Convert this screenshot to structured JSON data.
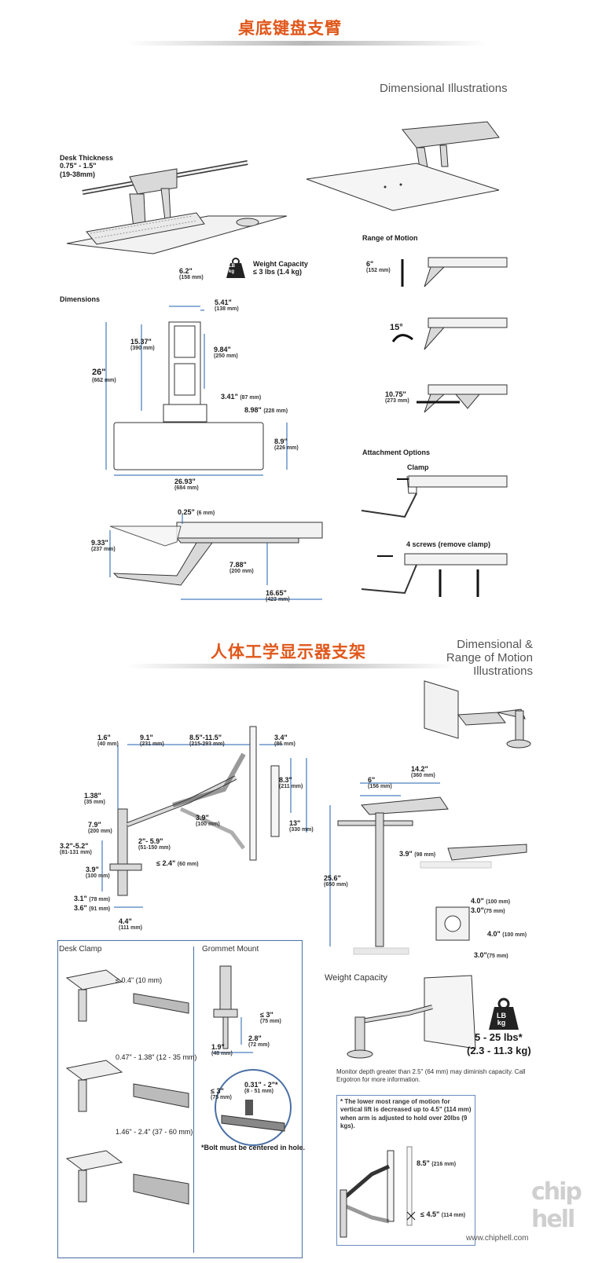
{
  "sections": {
    "keyboard": {
      "title": "桌底键盘支臂",
      "dimensional_illustrations": "Dimensional Illustrations",
      "desk_thickness": {
        "label": "Desk Thickness",
        "value": "0.75\" - 1.5\"",
        "mm": "(19-38mm)"
      },
      "weight": {
        "label": "Weight Capacity",
        "value": "≤ 3 lbs (1.4 kg)"
      },
      "dimensions_label": "Dimensions",
      "dims": [
        {
          "v": "6.2\"",
          "mm": "(158 mm)"
        },
        {
          "v": "5.41\"",
          "mm": "(138 mm)"
        },
        {
          "v": "15.37\"",
          "mm": "(390 mm)"
        },
        {
          "v": "9.84\"",
          "mm": "(250 mm)"
        },
        {
          "v": "26\"",
          "mm": "(662 mm)"
        },
        {
          "v": "3.41\"",
          "mm": "(87 mm)"
        },
        {
          "v": "8.98\"",
          "mm": "(228 mm)"
        },
        {
          "v": "8.9\"",
          "mm": "(226 mm)"
        },
        {
          "v": "26.93\"",
          "mm": "(684 mm)"
        },
        {
          "v": "0.25\"",
          "mm": "(6 mm)"
        },
        {
          "v": "9.33\"",
          "mm": "(237 mm)"
        },
        {
          "v": "7.88\"",
          "mm": "(200 mm)"
        },
        {
          "v": "16.65\"",
          "mm": "(423 mm)"
        }
      ],
      "range_of_motion": "Range of Motion",
      "motion": [
        {
          "v": "6\"",
          "mm": "(152 mm)"
        },
        {
          "v": "15°",
          "mm": ""
        },
        {
          "v": "10.75\"",
          "mm": "(273 mm)"
        }
      ],
      "attachment_options": "Attachment Options",
      "clamp": "Clamp",
      "screws": "4 screws (remove clamp)"
    },
    "monitor": {
      "title": "人体工学显示器支架",
      "dim_range_title": [
        "Dimensional &",
        "Range of Motion",
        "Illustrations"
      ],
      "dims": [
        {
          "v": "1.6\"",
          "mm": "(40 mm)"
        },
        {
          "v": "9.1\"",
          "mm": "(231 mm)"
        },
        {
          "v": "8.5\"-11.5\"",
          "mm": "(215-293 mm)"
        },
        {
          "v": "3.4\"",
          "mm": "(86 mm)"
        },
        {
          "v": "8.3\"",
          "mm": "(211 mm)"
        },
        {
          "v": "13\"",
          "mm": "(330 mm)"
        },
        {
          "v": "1.38\"",
          "mm": "(35 mm)"
        },
        {
          "v": "3.9\"",
          "mm": "(100 mm)"
        },
        {
          "v": "7.9\"",
          "mm": "(200 mm)"
        },
        {
          "v": "2\"- 5.9\"",
          "mm": "(51-150 mm)"
        },
        {
          "v": "3.2\"-5.2\"",
          "mm": "(81-131 mm)"
        },
        {
          "v": "≤ 2.4\"",
          "mm": "(60 mm)"
        },
        {
          "v": "3.9\"",
          "mm": "(100 mm)"
        },
        {
          "v": "3.1\"",
          "mm": "(78 mm)"
        },
        {
          "v": "3.6\"",
          "mm": "(91 mm)"
        },
        {
          "v": "4.4\"",
          "mm": "(111 mm)"
        }
      ],
      "right_dims": [
        {
          "v": "14.2\"",
          "mm": "(360 mm)"
        },
        {
          "v": "6\"",
          "mm": "(156 mm)"
        },
        {
          "v": "3.9\"",
          "mm": "(98 mm)"
        },
        {
          "v": "25.6\"",
          "mm": "(650 mm)"
        },
        {
          "v": "4.0\"",
          "mm": "(100 mm)"
        },
        {
          "v": "3.0\"",
          "mm": "(75 mm)"
        },
        {
          "v": "4.0\"",
          "mm": "(100 mm)"
        },
        {
          "v": "3.0\"",
          "mm": "(75 mm)"
        }
      ],
      "desk_clamp": {
        "title": "Desk Clamp",
        "ranges": [
          "≤ 0.4\" (10 mm)",
          "0.47\" - 1.38\" (12 - 35 mm)",
          "1.46\" - 2.4\" (37 - 60 mm)"
        ]
      },
      "grommet": {
        "title": "Grommet Mount",
        "dims": [
          {
            "v": "≤ 3\"",
            "mm": "(75 mm)"
          },
          {
            "v": "2.8\"",
            "mm": "(72 mm)"
          },
          {
            "v": "1.9\"",
            "mm": "(48 mm)"
          },
          {
            "v": "0.31\" - 2\"*",
            "mm": "(8 - 51 mm)"
          },
          {
            "v": "≤ 3\"",
            "mm": "(75 mm)"
          }
        ],
        "note": "*Bolt must be centered in hole."
      },
      "weight_capacity": {
        "title": "Weight Capacity",
        "value": "5 - 25 lbs*",
        "kg": "(2.3 - 11.3 kg)",
        "note": "Monitor depth greater than 2.5\" (64 mm) may diminish capacity. Call Ergotron for more information."
      },
      "lower_note": "* The lower most range of motion for vertical lift is decreased up to 4.5\" (114 mm) when arm is adjusted to hold over 20lbs (9 kgs).",
      "lower_dims": [
        {
          "v": "8.5\"",
          "mm": "(216 mm)"
        },
        {
          "v": "≤ 4.5\"",
          "mm": "(114 mm)"
        }
      ]
    }
  },
  "weight_badge": {
    "lb": "LB",
    "kg": "kg"
  },
  "watermark": {
    "url": "www.chiphell.com",
    "logo": "chip hell"
  }
}
